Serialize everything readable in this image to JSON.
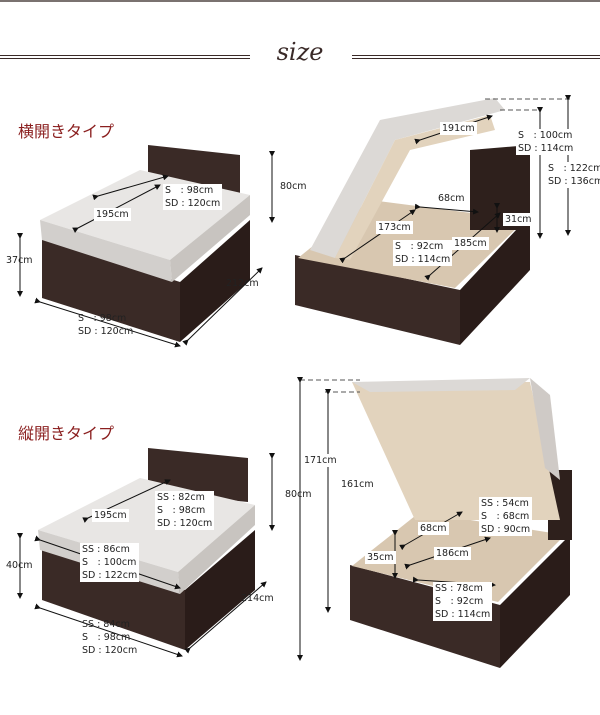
{
  "heading": "size",
  "sections": [
    {
      "title": "横開きタイプ",
      "closed": {
        "mattress_width": [
          "S　: 98cm",
          "SD : 120cm"
        ],
        "length": "195cm",
        "height": "80cm",
        "base_height": "37cm",
        "total_length": "212cm",
        "frame_width": [
          "S　: 98cm",
          "SD : 120cm"
        ]
      },
      "open": {
        "lid_length": "191cm",
        "lid_height_low": [
          "S　: 100cm",
          "SD : 114cm"
        ],
        "lid_height_high": [
          "S　: 122cm",
          "SD : 136cm"
        ],
        "storage_depth": "68cm",
        "storage_height": "31cm",
        "storage_diag1": "173cm",
        "storage_length": "185cm",
        "storage_width": [
          "S　: 92cm",
          "SD : 114cm"
        ]
      }
    },
    {
      "title": "縦開きタイプ",
      "closed": {
        "mattress_width": [
          "SS : 82cm",
          "S　: 98cm",
          "SD : 120cm"
        ],
        "length": "195cm",
        "height": "80cm",
        "base_height": "40cm",
        "frame_width_top": [
          "SS : 86cm",
          "S　: 100cm",
          "SD : 122cm"
        ],
        "total_length": "214cm",
        "frame_width": [
          "SS : 84cm",
          "S　: 98cm",
          "SD : 120cm"
        ]
      },
      "open": {
        "total_open_height": "171cm",
        "lid_open_height": "161cm",
        "storage_width_inner": [
          "SS : 54cm",
          "S　: 68cm",
          "SD : 90cm"
        ],
        "storage_depth": "68cm",
        "storage_height": "35cm",
        "storage_length": "186cm",
        "storage_width": [
          "SS : 78cm",
          "S　: 92cm",
          "SD : 114cm"
        ]
      }
    }
  ]
}
